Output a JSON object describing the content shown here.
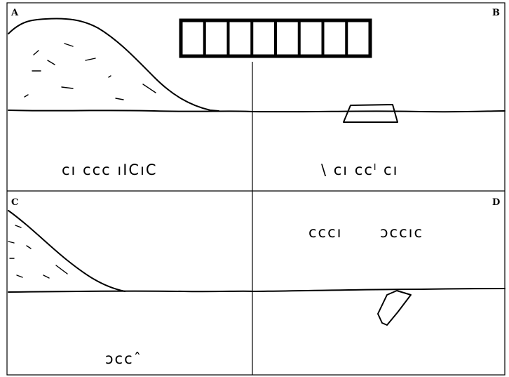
{
  "panels": {
    "a": {
      "letter": "A",
      "caption": "cı ccc ıICıC"
    },
    "b": {
      "letter": "B",
      "caption": "\\ cı ccˡ cı"
    },
    "c": {
      "letter": "C",
      "caption": "ↄccˆ"
    },
    "d": {
      "letter": "D",
      "caption_left": "cccı",
      "caption_right": "ↄccıc"
    }
  },
  "grid_bar": {
    "cells": 8
  }
}
